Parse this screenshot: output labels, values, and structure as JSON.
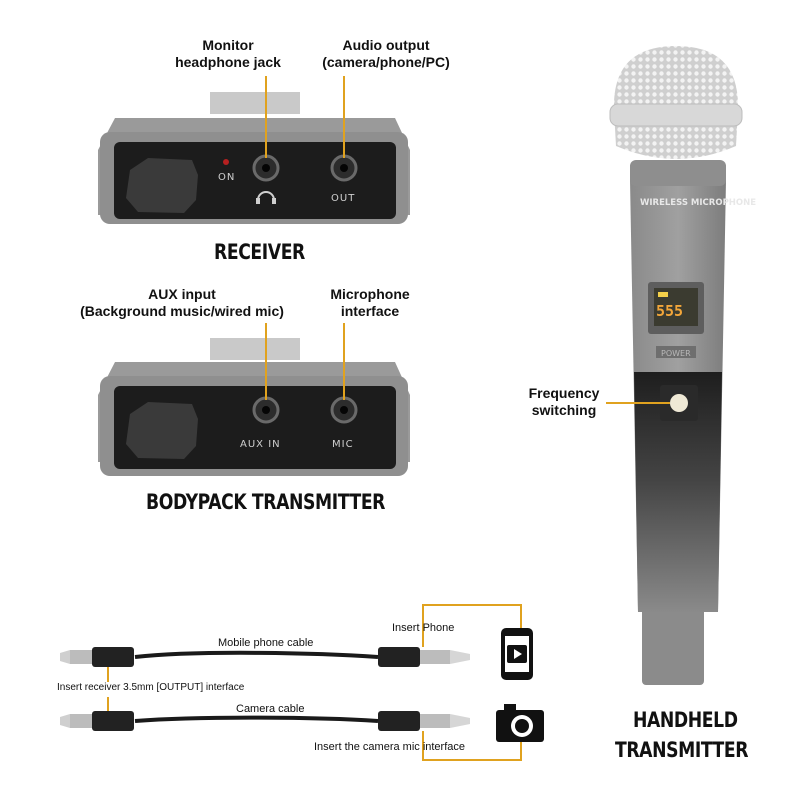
{
  "receiver": {
    "title": "RECEIVER",
    "callout_monitor": [
      "Monitor",
      "headphone jack"
    ],
    "callout_output": [
      "Audio output",
      "(camera/phone/PC)"
    ],
    "on_label": "ON",
    "out_label": "OUT"
  },
  "bodypack": {
    "title": "BODYPACK TRANSMITTER",
    "callout_aux": [
      "AUX input",
      "(Background music/wired mic)"
    ],
    "callout_mic": [
      "Microphone",
      "interface"
    ],
    "aux_label": "AUX IN",
    "mic_label": "MIC"
  },
  "handheld": {
    "title_line1": "HANDHELD",
    "title_line2": "TRANSMITTER",
    "brand_text": "WIRELESS MICROPHONE",
    "display_digits": "555",
    "power_label": "POWER",
    "callout_freq": [
      "Frequency",
      "switching"
    ]
  },
  "cables": {
    "mobile_label": "Mobile phone cable",
    "camera_label": "Camera cable",
    "insert_phone": "Insert Phone",
    "insert_receiver": "Insert receiver 3.5mm [OUTPUT] interface",
    "insert_camera": "Insert the camera mic interface",
    "phone_icon": "smartphone-icon",
    "camera_icon": "camera-icon"
  },
  "colors": {
    "accent": "#e0a21f",
    "device_body": "#8d8d8d",
    "device_face": "#1c1c1c"
  }
}
